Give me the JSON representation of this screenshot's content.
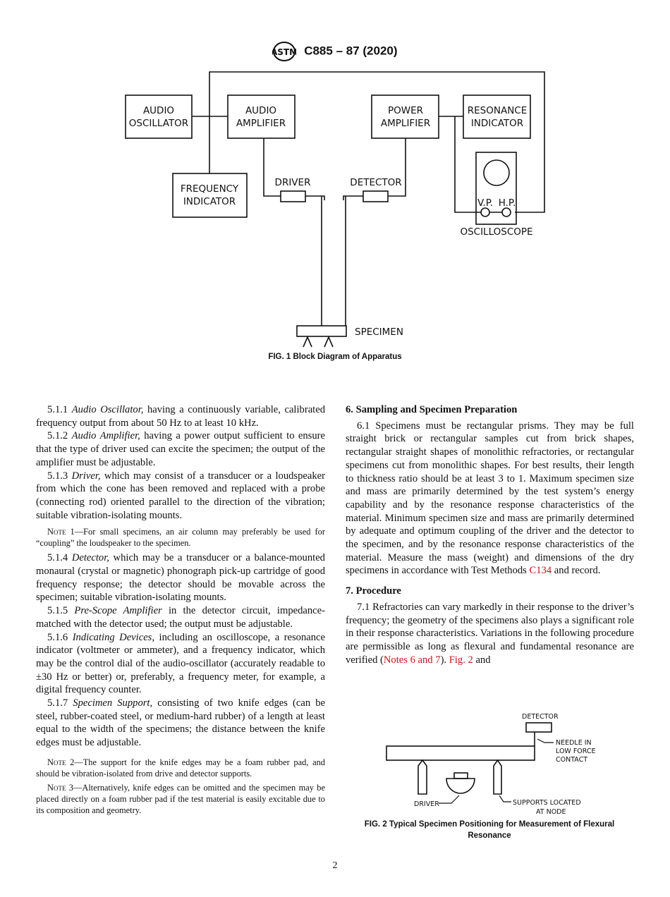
{
  "header": {
    "logo": "ASTM",
    "designation": "C885 – 87 (2020)"
  },
  "fig1": {
    "caption": "FIG. 1 Block Diagram of Apparatus",
    "labels": {
      "audio_osc": [
        "AUDIO",
        "OSCILLATOR"
      ],
      "audio_amp": [
        "AUDIO",
        "AMPLIFIER"
      ],
      "power_amp": [
        "POWER",
        "AMPLIFIER"
      ],
      "resonance": [
        "RESONANCE",
        "INDICATOR"
      ],
      "frequency": [
        "FREQUENCY",
        "INDICATOR"
      ],
      "driver": "DRIVER",
      "detector": "DETECTOR",
      "vp": "V.P.",
      "hp": "H.P.",
      "oscilloscope": "OSCILLOSCOPE",
      "specimen": "SPECIMEN"
    }
  },
  "fig2": {
    "caption": "FIG. 2 Typical Specimen Positioning for Measurement of Flexural Resonance",
    "labels": {
      "detector": "DETECTOR",
      "needle": [
        "NEEDLE IN",
        "LOW FORCE",
        "CONTACT"
      ],
      "driver": "DRIVER",
      "supports": [
        "SUPPORTS LOCATED",
        "AT NODE"
      ]
    }
  },
  "left": {
    "p1": {
      "num": "5.1.1 ",
      "term": "Audio Oscillator,",
      "text": " having a continuously variable, calibrated frequency output from about 50 Hz to at least 10 kHz."
    },
    "p2": {
      "num": "5.1.2 ",
      "term": "Audio Amplifier,",
      "text": " having a power output sufficient to ensure that the type of driver used can excite the specimen; the output of the amplifier must be adjustable."
    },
    "p3": {
      "num": "5.1.3 ",
      "term": "Driver,",
      "text": " which may consist of a transducer or a loudspeaker from which the cone has been removed and replaced with a probe (connecting rod) oriented parallel to the direction of the vibration; suitable vibration-isolating mounts."
    },
    "note1": {
      "label": "Note 1",
      "text": "—For small specimens, an air column may preferably be used for “coupling” the loudspeaker to the specimen."
    },
    "p4": {
      "num": "5.1.4 ",
      "term": "Detector,",
      "text": " which may be a transducer or a balance-mounted monaural (crystal or magnetic) phonograph pick-up cartridge of good frequency response; the detector should be movable across the specimen; suitable vibration-isolating mounts."
    },
    "p5": {
      "num": "5.1.5 ",
      "term": "Pre-Scope Amplifier",
      "text": " in the detector circuit, impedance-matched with the detector used; the output must be adjustable."
    },
    "p6": {
      "num": "5.1.6 ",
      "term": "Indicating Devices,",
      "text": " including an oscilloscope, a resonance indicator (voltmeter or ammeter), and a frequency indicator, which may be the control dial of the audio-oscillator (accurately readable to ±30 Hz or better) or, preferably, a frequency meter, for example, a digital frequency counter."
    },
    "p7": {
      "num": "5.1.7 ",
      "term": "Specimen Support,",
      "text": " consisting of two knife edges (can be steel, rubber-coated steel, or medium-hard rubber) of a length at least equal to the width of the specimens; the distance between the knife edges must be adjustable."
    },
    "note2": {
      "label": "Note 2",
      "text": "—The support for the knife edges may be a foam rubber pad, and should be vibration-isolated from drive and detector supports."
    },
    "note3": {
      "label": "Note 3",
      "text": "—Alternatively, knife edges can be omitted and the specimen may be placed directly on a foam rubber pad if the test material is easily excitable due to its composition and geometry."
    }
  },
  "right": {
    "h6": "6. Sampling and Specimen Preparation",
    "p61": {
      "text": "6.1 Specimens must be rectangular prisms. They may be full straight brick or rectangular samples cut from brick shapes, rectangular straight shapes of monolithic refractories, or rectangular specimens cut from monolithic shapes. For best results, their length to thickness ratio should be at least 3 to 1. Maximum specimen size and mass are primarily determined by the test system’s energy capability and by the resonance response characteristics of the material. Minimum specimen size and mass are primarily determined by adequate and optimum coupling of the driver and the detector to the specimen, and by the resonance response characteristics of the material. Measure the mass (weight) and dimensions of the dry specimens in accordance with Test Methods ",
      "link": "C134",
      "tail": " and record."
    },
    "h7": "7. Procedure",
    "p71": {
      "text": "7.1 Refractories can vary markedly in their response to the driver’s frequency; the geometry of the specimens also plays a significant role in their response characteristics. Variations in the following procedure are permissible as long as flexural and fundamental resonance are verified (",
      "link1": "Notes 6 and 7",
      "mid": "). ",
      "link2": "Fig. 2",
      "tail": " and"
    }
  },
  "page_number": "2",
  "colors": {
    "link": "#c0141c"
  }
}
